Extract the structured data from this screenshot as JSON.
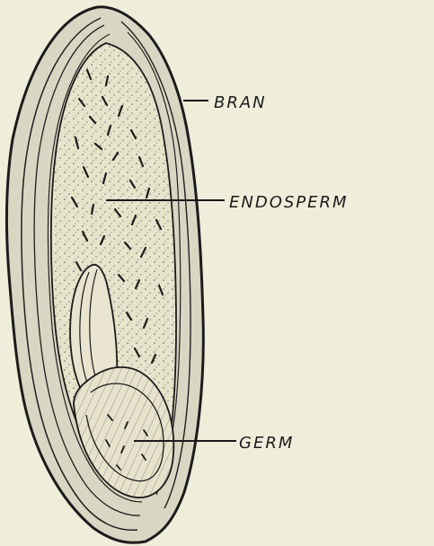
{
  "diagram": {
    "labels": {
      "bran": "BRAN",
      "endosperm": "ENDOSPERM",
      "germ": "GERM"
    },
    "colors": {
      "background": "#efeedb",
      "ink": "#1c1c1c",
      "endosperm_fill": "#e7e4cc",
      "bran_fill": "#d8d6c4"
    }
  }
}
